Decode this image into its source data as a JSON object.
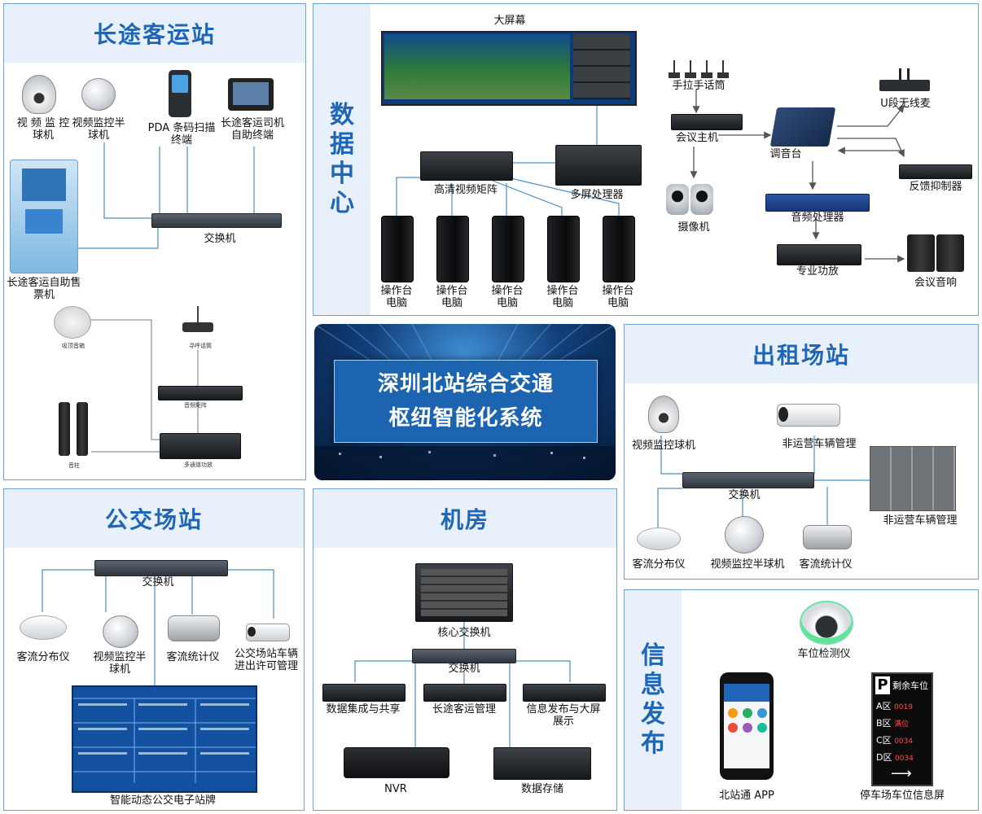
{
  "center": {
    "line1": "深圳北站综合交通",
    "line2": "枢纽智能化系统"
  },
  "coach": {
    "title": "长途客运站",
    "ptz_cam": "视 频 监 控\n球机",
    "half_dome": "视频监控半\n球机",
    "pda": "PDA 条码扫描\n终端",
    "driver_terminal": "长途客运司机\n自助终端",
    "kiosk": "长途客运自助售\n票机",
    "switch": "交换机",
    "ceiling_speaker": "吸顶音箱",
    "gooseneck_mic": "寻呼话筒",
    "matrix_small": "音频矩阵",
    "column_speaker": "音柱",
    "amp_small": "多通道功放"
  },
  "datacenter": {
    "title_chars": [
      "数",
      "据",
      "中",
      "心"
    ],
    "big_screen": "大屏幕",
    "matrix": "高清视频矩阵",
    "multi_processor": "多屏处理器",
    "consoles": [
      "操作台\n电脑",
      "操作台\n电脑",
      "操作台\n电脑",
      "操作台\n电脑",
      "操作台\n电脑"
    ],
    "handheld_mic": "手拉手话筒",
    "conf_host": "会议主机",
    "camera": "摄像机",
    "mixer": "调音台",
    "u_mic": "U段无线麦",
    "feedback": "反馈抑制器",
    "audio_proc": "音频处理器",
    "pro_amp": "专业功放",
    "conf_speaker": "会议音响"
  },
  "taxi": {
    "title": "出租场站",
    "ptz_cam": "视频监控球机",
    "bullet": "非运营车辆管理",
    "switch": "交换机",
    "traffic_img": "非运营车辆管理",
    "flow": "客流分布仪",
    "half_dome": "视频监控半球机",
    "counter": "客流统计仪"
  },
  "bus": {
    "title": "公交场站",
    "switch": "交换机",
    "flow": "客流分布仪",
    "half_dome": "视频监控半\n球机",
    "counter": "客流统计仪",
    "permit": "公交场站车辆\n进出许可管理",
    "board": "智能动态公交电子站牌"
  },
  "machine": {
    "title": "机房",
    "core_switch": "核心交换机",
    "switch": "交换机",
    "data_share": "数据集成与共享",
    "coach_mgmt": "长途客运管理",
    "info_release": "信息发布与大屏\n展示",
    "nvr": "NVR",
    "storage": "数据存储"
  },
  "info": {
    "title_chars": [
      "信",
      "息",
      "发",
      "布"
    ],
    "detector": "车位检测仪",
    "app": "北站通 APP",
    "parking": "停车场车位信息屏",
    "parking_head": "剩余车位",
    "zones": [
      {
        "zone": "A区",
        "count": "0019"
      },
      {
        "zone": "B区",
        "count": "满位"
      },
      {
        "zone": "C区",
        "count": "0034"
      },
      {
        "zone": "D区",
        "count": "0034"
      }
    ]
  },
  "colors": {
    "accent": "#1f66b6",
    "panel_bg": "#e8f1fb",
    "border": "#6ea3d6",
    "wire": "#4a90c8"
  }
}
